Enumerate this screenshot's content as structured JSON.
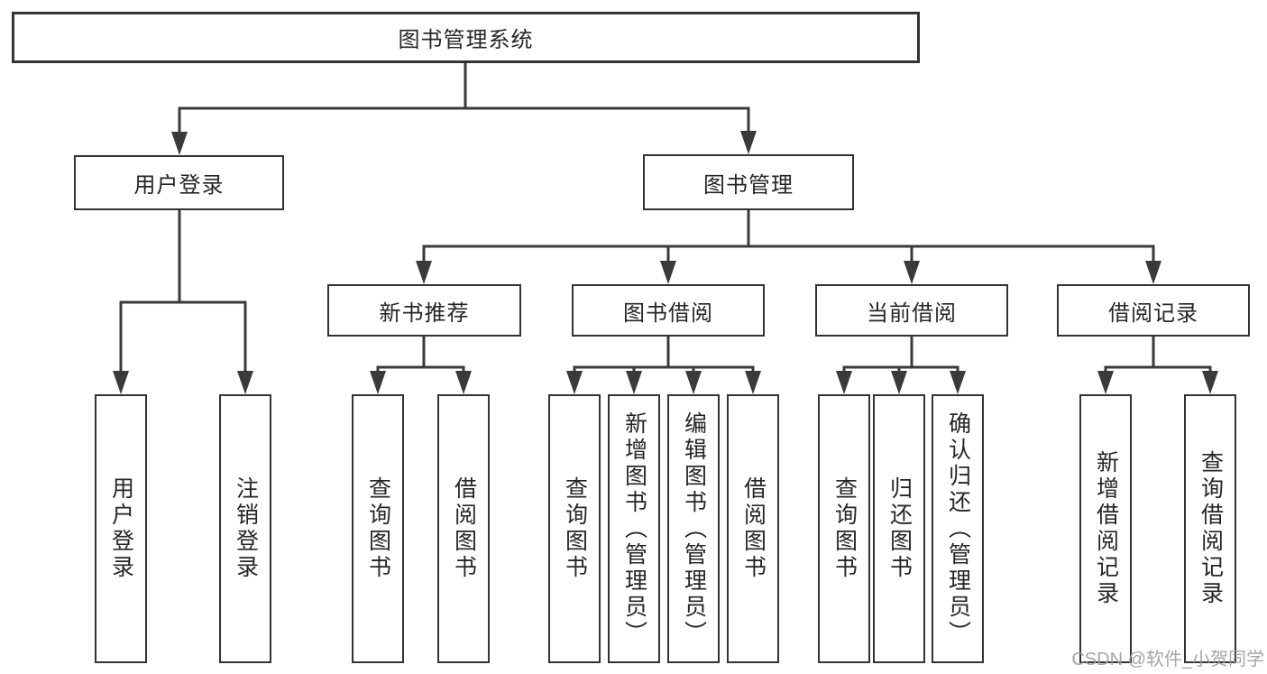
{
  "diagram": {
    "root": {
      "label": "图书管理系统"
    },
    "branches": [
      {
        "label": "用户登录",
        "children": [
          {
            "label": "用户登录"
          },
          {
            "label": "注销登录"
          }
        ]
      },
      {
        "label": "图书管理",
        "children": [
          {
            "label": "新书推荐",
            "children": [
              {
                "label": "查询图书"
              },
              {
                "label": "借阅图书"
              }
            ]
          },
          {
            "label": "图书借阅",
            "children": [
              {
                "label": "查询图书"
              },
              {
                "label": "新增图书（管理员）"
              },
              {
                "label": "编辑图书（管理员）"
              },
              {
                "label": "借阅图书"
              }
            ]
          },
          {
            "label": "当前借阅",
            "children": [
              {
                "label": "查询图书"
              },
              {
                "label": "归还图书"
              },
              {
                "label": "确认归还（管理员）"
              }
            ]
          },
          {
            "label": "借阅记录",
            "children": [
              {
                "label": "新增借阅记录"
              },
              {
                "label": "查询借阅记录"
              }
            ]
          }
        ]
      }
    ]
  },
  "colors": {
    "line": "#3a3a3a",
    "box_border": "#333333",
    "text": "#262626",
    "watermark": "#9c9c9c",
    "background": "#ffffff"
  },
  "watermark": {
    "text": "CSDN @软件_小贺同学"
  }
}
